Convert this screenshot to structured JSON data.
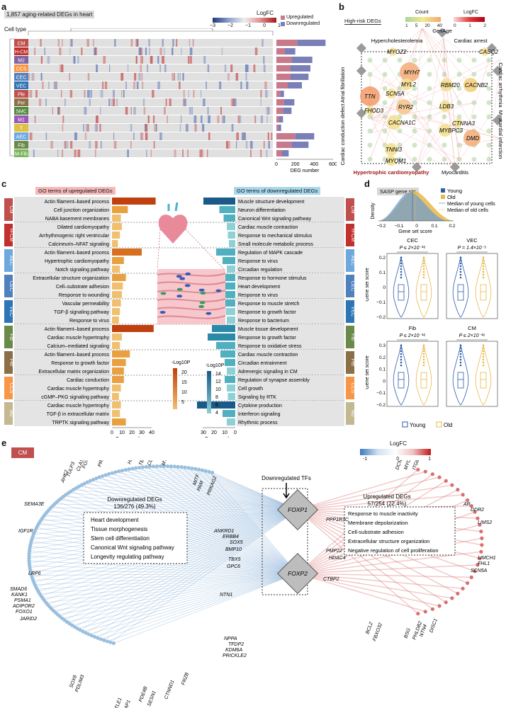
{
  "panels": {
    "a": "a",
    "b": "b",
    "c": "c",
    "d": "d",
    "e": "e"
  },
  "a": {
    "title": "1,857 aging-related DEGs in heart",
    "celltype_label": "Cell type",
    "legend_title": "LogFC",
    "legend_ticks": [
      "−3",
      "−2",
      "−1",
      "0",
      "1"
    ],
    "up_label": "Upregulated",
    "down_label": "Downregulated",
    "xlabel": "DEG number",
    "xticks": [
      "0",
      "200",
      "400",
      "600"
    ],
    "cell_types": [
      {
        "name": "CM",
        "color": "#c0504d",
        "up": 220,
        "down": 300
      },
      {
        "name": "H-CM",
        "color": "#c0302e",
        "up": 90,
        "down": 110
      },
      {
        "name": "M2",
        "color": "#8064a2",
        "up": 160,
        "down": 220
      },
      {
        "name": "CCS",
        "color": "#f79646",
        "up": 150,
        "down": 210
      },
      {
        "name": "CEC",
        "color": "#4f81bd",
        "up": 150,
        "down": 190
      },
      {
        "name": "VEC",
        "color": "#2e75b6",
        "up": 120,
        "down": 150
      },
      {
        "name": "Ple",
        "color": "#c0504d",
        "up": 40,
        "down": 40
      },
      {
        "name": "Per",
        "color": "#8b6f47",
        "up": 80,
        "down": 110
      },
      {
        "name": "SMC",
        "color": "#4e8a3a",
        "up": 70,
        "down": 90
      },
      {
        "name": "M1",
        "color": "#9b59b6",
        "up": 30,
        "down": 40
      },
      {
        "name": "T",
        "color": "#e0c040",
        "up": 20,
        "down": 30
      },
      {
        "name": "AEC",
        "color": "#6fa8dc",
        "up": 200,
        "down": 200
      },
      {
        "name": "Fib",
        "color": "#6a8a4a",
        "up": 160,
        "down": 180
      },
      {
        "name": "M-Fib",
        "color": "#7ab55c",
        "up": 60,
        "down": 70
      }
    ]
  },
  "b": {
    "title": "High-risk DEGs",
    "count_label": "Count",
    "count_ticks": [
      "1",
      "5",
      "20",
      "40"
    ],
    "logfc_label": "LogFC",
    "logfc_ticks": [
      "0",
      "1",
      "2"
    ],
    "diseases": [
      "GenAge",
      "Hypercholesterolemia",
      "Cardiac arrest",
      "Atrial fibrillation",
      "Cardiac arrhythmia",
      "Cardiac conduction defect",
      "Myocardial infarction",
      "Hypertrophic cardiomyopathy",
      "Myocarditis"
    ],
    "genes": [
      "MYOZ2",
      "CASQ2",
      "MYH7",
      "MYL2",
      "SCN5A",
      "RBM20",
      "CACNB2",
      "TTN",
      "FHOD3",
      "RYR2",
      "LDB3",
      "CACNA1C",
      "CTNNA3",
      "MYBPC3",
      "DMD",
      "TNNI3",
      "MYOM1"
    ]
  },
  "c": {
    "up_title": "GO terms of upregulated DEGs",
    "down_title": "GO terms of downregulated DEGs",
    "xlabel": "Gene number",
    "up_xticks": [
      "0",
      "10",
      "20",
      "30",
      "40"
    ],
    "down_xticks": [
      "30",
      "20",
      "10",
      "0"
    ],
    "up_legend_title": "-Log10P",
    "up_legend_ticks": [
      "20",
      "15",
      "10",
      "5"
    ],
    "down_legend_title": "-Log10P",
    "down_legend_ticks": [
      "14",
      "12",
      "10",
      "8",
      "6",
      "4"
    ],
    "groups": [
      {
        "name": "CM",
        "color": "#c0504d",
        "up": [
          [
            "Actin filament–based process",
            44
          ],
          [
            "Cell junction organization",
            16
          ],
          [
            "NABA basement membranes",
            9
          ]
        ],
        "down": [
          [
            "Muscle structure development",
            30
          ],
          [
            "Neuron differentiation",
            15
          ],
          [
            "Canonical Wnt signaling pathway",
            11
          ]
        ]
      },
      {
        "name": "H-CM",
        "color": "#c0302e",
        "up": [
          [
            "Dilated cardiomyopathy",
            10
          ],
          [
            "Arrhythmogenic right ventricular",
            8
          ],
          [
            "Calcineurin–NFAT signaling",
            6
          ]
        ],
        "down": [
          [
            "Cardiac muscle contraction",
            8
          ],
          [
            "Response to mechanical stimulus",
            7
          ],
          [
            "Small molecule metabolic process",
            6
          ]
        ]
      },
      {
        "name": "AEC",
        "color": "#6fa8dc",
        "up": [
          [
            "Actin filament–based process",
            30
          ],
          [
            "Hypertrophic cardiomyopathy",
            12
          ],
          [
            "Notch signaling pathway",
            8
          ]
        ],
        "down": [
          [
            "Regulation of MAPK cascade",
            18
          ],
          [
            "Response to virus",
            12
          ],
          [
            "Circadian regulation",
            8
          ]
        ]
      },
      {
        "name": "CEC",
        "color": "#4f81bd",
        "up": [
          [
            "Extracellular structure organization",
            14
          ],
          [
            "Cell–substrate adhesion",
            11
          ],
          [
            "Response to wounding",
            10
          ]
        ],
        "down": [
          [
            "Response to hormone stimulus",
            14
          ],
          [
            "Heart development",
            12
          ],
          [
            "Response to virus",
            10
          ]
        ]
      },
      {
        "name": "VEC",
        "color": "#2e75b6",
        "up": [
          [
            "Vascular permeability",
            9
          ],
          [
            "TGF-β signaling pathway",
            8
          ],
          [
            "Response to virus",
            7
          ]
        ],
        "down": [
          [
            "Response to muscle stretch",
            10
          ],
          [
            "Response to growth factor",
            9
          ],
          [
            "Response to bacterium",
            8
          ]
        ]
      },
      {
        "name": "Fib",
        "color": "#6a8a4a",
        "up": [
          [
            "Actin filament–based process",
            42
          ],
          [
            "Cardiac muscle hypertrophy",
            10
          ],
          [
            "Calcium–mediated signaling",
            8
          ]
        ],
        "down": [
          [
            "Muscle tissue development",
            22
          ],
          [
            "Response to growth factor",
            26
          ],
          [
            "Response to oxidative stress",
            18
          ]
        ]
      },
      {
        "name": "Per",
        "color": "#8b6f47",
        "up": [
          [
            "Actin filament–based process",
            18
          ],
          [
            "Response to growth factor",
            14
          ],
          [
            "Extracellular matrix organization",
            12
          ]
        ],
        "down": [
          [
            "Cardiac muscle contraction",
            14
          ],
          [
            "Circadian entrainment",
            10
          ],
          [
            "Adrenergic signaling in CM",
            8
          ]
        ]
      },
      {
        "name": "CCS",
        "color": "#f79646",
        "up": [
          [
            "Cardiac conduction",
            12
          ],
          [
            "Cardiac muscle hypertrophy",
            9
          ],
          [
            "cGMP–PKG signaling pathway",
            7
          ]
        ],
        "down": [
          [
            "Regulation of synapse assembly",
            10
          ],
          [
            "Cell growth",
            8
          ],
          [
            "Signaling by RTK",
            7
          ]
        ]
      },
      {
        "name": "M2",
        "color": "#c4b890",
        "up": [
          [
            "Cardiac muscle hypertrophy",
            9
          ],
          [
            "TGF-β in extracellular matrix",
            8
          ],
          [
            "TRPTK signaling pathway",
            14
          ]
        ],
        "down": [
          [
            "Cytokine production",
            36
          ],
          [
            "Interferon signaling",
            12
          ],
          [
            "Rhythmic process",
            8
          ]
        ]
      }
    ]
  },
  "d": {
    "set_title": "SASP gene set",
    "legend_young": "Young",
    "legend_old": "Old",
    "median_young": "Median of young cells",
    "median_old": "Median of old cells",
    "density_ylabel": "Density",
    "density_xlabel": "Gene set score",
    "density_xticks": [
      "−0.2",
      "−0.1",
      "0",
      "0.1",
      "0.2"
    ],
    "violin_ylabel": "Gene set score",
    "young_color": "#2b5ba8",
    "old_color": "#e8b84a",
    "violins": [
      {
        "name": "CEC",
        "p": "P ≤ 2×10⁻¹⁶"
      },
      {
        "name": "VEC",
        "p": "P = 1.4×10⁻⁵"
      },
      {
        "name": "Fib",
        "p": "P ≤ 2×10⁻¹⁶"
      },
      {
        "name": "CM",
        "p": "P ≤ 2×10⁻¹⁶"
      }
    ],
    "violin_yticks_top": [
      "0.2",
      "0.1",
      "0",
      "−0.1",
      "−0.2"
    ],
    "violin_yticks_bot": [
      "0.3",
      "0.2",
      "0.1",
      "0",
      "−0.1",
      "−0.2"
    ]
  },
  "e": {
    "cell_label": "CM",
    "legend_title": "LogFC",
    "legend_ticks": [
      "-1",
      "0",
      "1"
    ],
    "tf_title": "Downregulated TFs",
    "tf1": "FOXP1",
    "tf2": "FOXP2",
    "down_title": "Downregulated DEGs",
    "down_count": "136/276 (49.3%)",
    "down_terms": [
      "Heart development",
      "Tissue morphogenesis",
      "Stem cell differentiation",
      "Canonical Wnt signaling pathway",
      "Longevity regulating pathway"
    ],
    "up_title": "Upregulated DEGs",
    "up_count": "57/254 (22.4%)",
    "up_terms": [
      "Response to muscle inactivity",
      "Membrane depolarization",
      "Cell-substrate adhesion",
      "Extracellular structure organization",
      "Negative regulation of cell proliferation"
    ],
    "down_genes": [
      "AHK2",
      "TULP3",
      "CLASP2",
      "FOXO3",
      "PRICKLE1",
      "HEG1",
      "TBX20",
      "CDK14",
      "MYH6",
      "MITF",
      "PAM",
      "PRKAG2",
      "SEMA3E",
      "ANKRD1",
      "ERBB4",
      "SOX5",
      "BMP10",
      "IGF1R",
      "TBX5",
      "GPC6",
      "NTN1",
      "LRP6",
      "SMAD6",
      "KANK1",
      "PSMA1",
      "ADIPOR2",
      "FOXO1",
      "JARID2",
      "NPPA",
      "TFDP2",
      "KDM6A",
      "PRICKLE2",
      "SOX6",
      "PDLIM3",
      "TLE1",
      "YAP1",
      "PDE4B",
      "SESN1",
      "CTNND1",
      "FRZB"
    ],
    "up_genes": [
      "DCN",
      "MYO1E",
      "ITGB8",
      "PPP1R3C",
      "AR",
      "DDR2",
      "LIMS2",
      "PMP22",
      "HDAC4",
      "LIMCH1",
      "FHL1",
      "SCN5A",
      "CTBP2",
      "BCL2",
      "FBXO32",
      "BSG",
      "PHLDB2",
      "NTN4",
      "DISC1"
    ]
  }
}
